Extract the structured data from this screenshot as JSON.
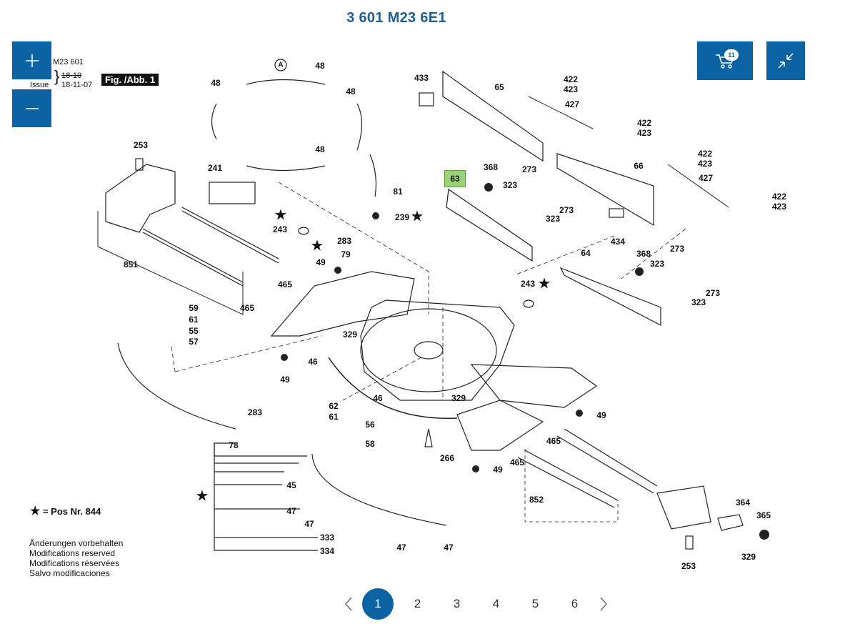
{
  "title": "3 601 M23 6E1",
  "header": {
    "model": "M23 601",
    "issue_label": "Issue",
    "issue_date_old": "18-10",
    "issue_date_new": "18-11-07",
    "figure_label": "Fig. /Abb. 1"
  },
  "controls": {
    "zoom_in_icon": "plus-icon",
    "zoom_out_icon": "minus-icon",
    "cart_icon": "cart-icon",
    "cart_count": "11",
    "collapse_icon": "collapse-icon"
  },
  "part_labels": [
    "A",
    "48",
    "48",
    "48",
    "48",
    "433",
    "65",
    "422",
    "423",
    "427",
    "422",
    "423",
    "422",
    "423",
    "427",
    "422",
    "423",
    "66",
    "63",
    "368",
    "323",
    "273",
    "273",
    "323",
    "434",
    "253",
    "241",
    "81",
    "239",
    "851",
    "243",
    "283",
    "79",
    "49",
    "465",
    "465",
    "64",
    "368",
    "323",
    "273",
    "273",
    "323",
    "243",
    "59",
    "61",
    "55",
    "57",
    "329",
    "46",
    "49",
    "62",
    "61",
    "56",
    "58",
    "46",
    "329",
    "266",
    "49",
    "283",
    "78",
    "465",
    "49",
    "465",
    "852",
    "45",
    "47",
    "47",
    "333",
    "334",
    "47",
    "47",
    "364",
    "365",
    "329",
    "253"
  ],
  "legend": {
    "star_text": "= Pos Nr. 844"
  },
  "notes": [
    "Änderungen vorbehalten",
    "Modifications reserved",
    "Modifications réservées",
    "Salvo modificaciones"
  ],
  "pagination": {
    "pages": [
      "1",
      "2",
      "3",
      "4",
      "5",
      "6"
    ],
    "current": "1"
  }
}
